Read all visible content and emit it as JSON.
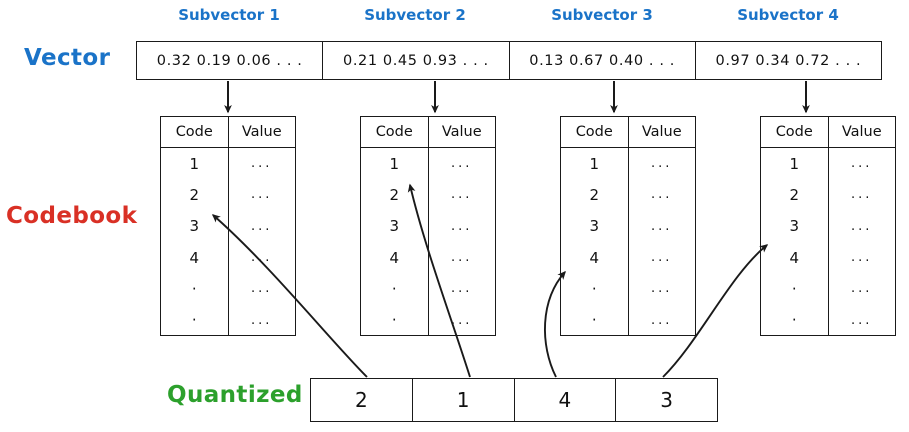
{
  "labels": {
    "vector": "Vector",
    "codebook": "Codebook",
    "quantized": "Quantized"
  },
  "colors": {
    "vector_label": "#1a73c8",
    "codebook_label": "#d93025",
    "quantized_label": "#2ca02c",
    "ink": "#1a1a1a",
    "background": "#ffffff"
  },
  "subvector_captions": [
    "Subvector 1",
    "Subvector 2",
    "Subvector 3",
    "Subvector 4"
  ],
  "vector_cells": [
    "0.32  0.19  0.06 . . .",
    "0.21  0.45  0.93 . . .",
    "0.13  0.67  0.40 . . .",
    "0.97  0.34  0.72 . . ."
  ],
  "codebook": {
    "headers": [
      "Code",
      "Value"
    ],
    "code_rows": [
      "1",
      "2",
      "3",
      "4",
      "·",
      "·"
    ],
    "value_rows": [
      "...",
      "...",
      "...",
      "...",
      "...",
      "..."
    ],
    "tables": [
      {
        "selected_code": "2"
      },
      {
        "selected_code": "1"
      },
      {
        "selected_code": "4"
      },
      {
        "selected_code": "3"
      }
    ]
  },
  "quantized_cells": [
    "2",
    "1",
    "4",
    "3"
  ]
}
